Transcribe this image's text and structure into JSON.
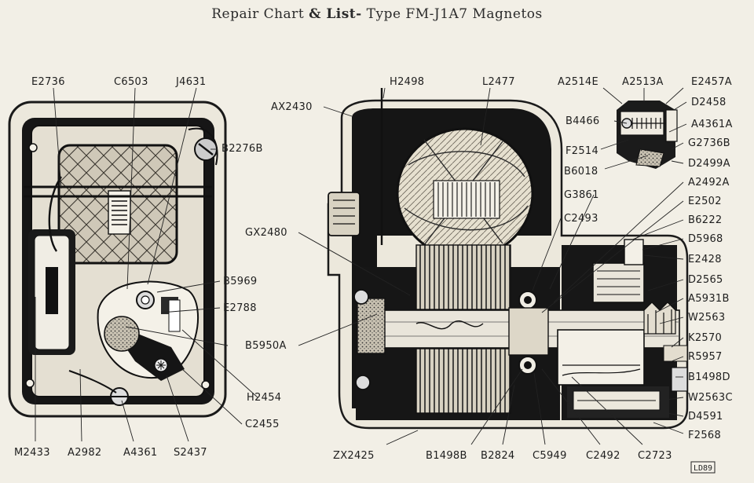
{
  "title": {
    "part1": "Repair Chart",
    "part2": "& List-",
    "part3": "Type FM-J1A7 Magnetos"
  },
  "drawing_code": "LD89",
  "labels": {
    "E2736": "E2736",
    "C6503": "C6503",
    "J4631": "J4631",
    "B2276B": "B2276B",
    "B5969": "B5969",
    "E2788": "E2788",
    "B5950A": "B5950A",
    "H2454": "H2454",
    "C2455": "C2455",
    "M2433": "M2433",
    "A2982": "A2982",
    "A4361": "A4361",
    "S2437": "S2437",
    "AX2430": "AX2430",
    "H2498": "H2498",
    "L2477": "L2477",
    "GX2480": "GX2480",
    "ZX2425": "ZX2425",
    "B1498B": "B1498B",
    "B2824": "B2824",
    "C5949": "C5949",
    "C2492": "C2492",
    "C2723": "C2723",
    "A2514E": "A2514E",
    "A2513A": "A2513A",
    "E2457A": "E2457A",
    "D2458": "D2458",
    "B4466": "B4466",
    "A4361A": "A4361A",
    "F2514": "F2514",
    "G2736B": "G2736B",
    "B6018": "B6018",
    "D2499A": "D2499A",
    "G3861": "G3861",
    "A2492A": "A2492A",
    "E2502": "E2502",
    "C2493": "C2493",
    "B6222": "B6222",
    "D5968": "D5968",
    "E2428": "E2428",
    "D2565": "D2565",
    "A5931B": "A5931B",
    "W2563": "W2563",
    "K2570": "K2570",
    "R5957": "R5957",
    "B1498D": "B1498D",
    "W2563C": "W2563C",
    "D4591": "D4591",
    "F2568": "F2568"
  }
}
